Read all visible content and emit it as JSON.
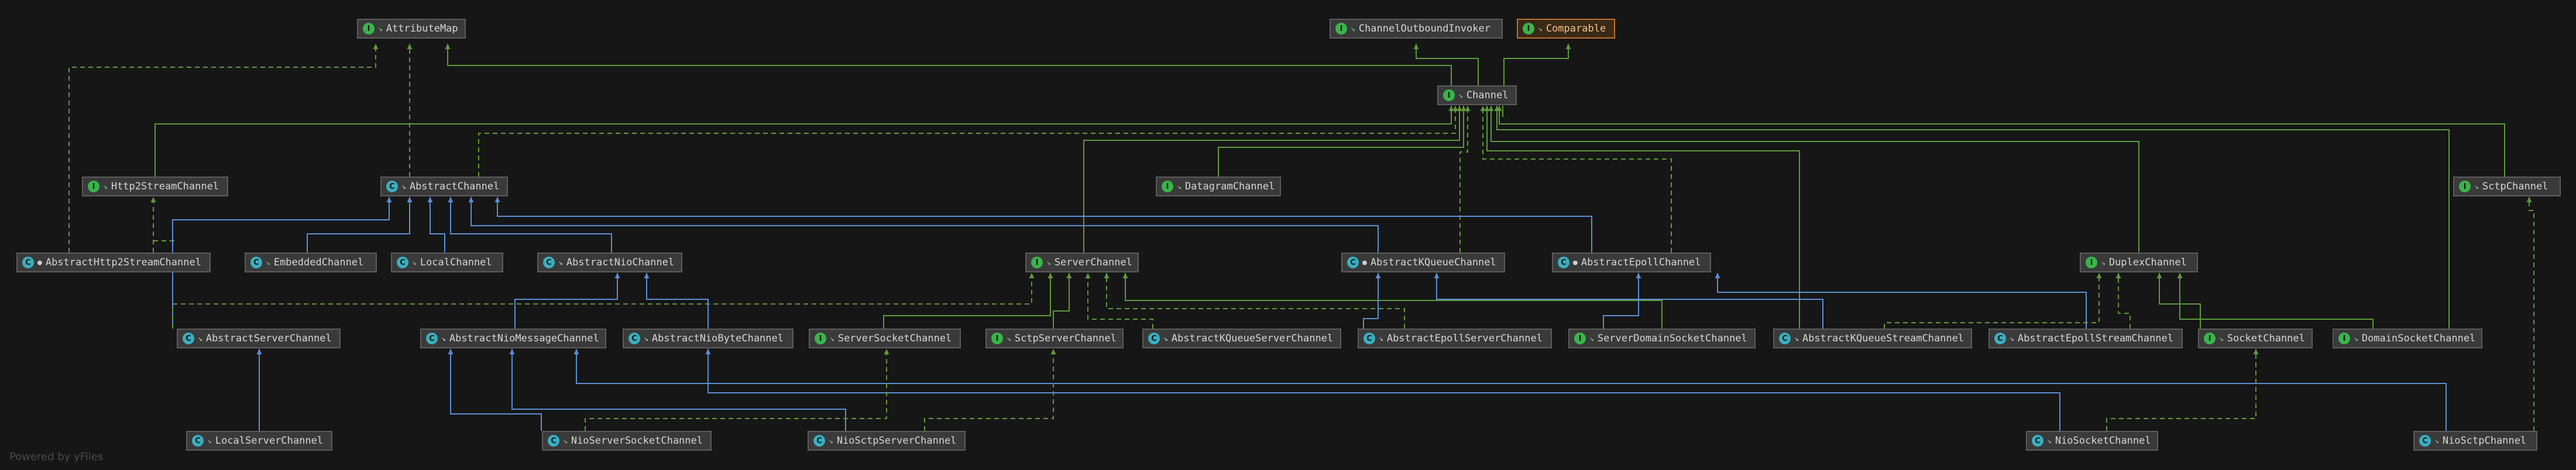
{
  "colors": {
    "background": "#161616",
    "extends_edge": "#5e9a3c",
    "implements_edge": "#5e9a3c",
    "class_edge": "#5b8fd6",
    "node_fill": "#3a3a3a",
    "node_border": "#5c5c5c"
  },
  "nodes": {
    "AttributeMap": {
      "label": "AttributeMap",
      "kind": "I"
    },
    "ChannelOutboundInvoker": {
      "label": "ChannelOutboundInvoker",
      "kind": "I"
    },
    "Comparable": {
      "label": "Comparable",
      "kind": "I"
    },
    "Channel": {
      "label": "Channel",
      "kind": "I"
    },
    "Http2StreamChannel": {
      "label": "Http2StreamChannel",
      "kind": "I"
    },
    "AbstractChannel": {
      "label": "AbstractChannel",
      "kind": "C"
    },
    "DatagramChannel": {
      "label": "DatagramChannel",
      "kind": "I"
    },
    "SctpChannel": {
      "label": "SctpChannel",
      "kind": "I"
    },
    "AbstractHttp2StreamChannel": {
      "label": "AbstractHttp2StreamChannel",
      "kind": "C"
    },
    "EmbeddedChannel": {
      "label": "EmbeddedChannel",
      "kind": "C"
    },
    "LocalChannel": {
      "label": "LocalChannel",
      "kind": "C"
    },
    "AbstractNioChannel": {
      "label": "AbstractNioChannel",
      "kind": "C"
    },
    "ServerChannel": {
      "label": "ServerChannel",
      "kind": "I"
    },
    "AbstractKQueueChannel": {
      "label": "AbstractKQueueChannel",
      "kind": "C"
    },
    "AbstractEpollChannel": {
      "label": "AbstractEpollChannel",
      "kind": "C"
    },
    "DuplexChannel": {
      "label": "DuplexChannel",
      "kind": "I"
    },
    "AbstractServerChannel": {
      "label": "AbstractServerChannel",
      "kind": "C"
    },
    "AbstractNioMessageChannel": {
      "label": "AbstractNioMessageChannel",
      "kind": "C"
    },
    "AbstractNioByteChannel": {
      "label": "AbstractNioByteChannel",
      "kind": "C"
    },
    "ServerSocketChannel": {
      "label": "ServerSocketChannel",
      "kind": "I"
    },
    "SctpServerChannel": {
      "label": "SctpServerChannel",
      "kind": "I"
    },
    "AbstractKQueueServerChannel": {
      "label": "AbstractKQueueServerChannel",
      "kind": "C"
    },
    "AbstractEpollServerChannel": {
      "label": "AbstractEpollServerChannel",
      "kind": "C"
    },
    "ServerDomainSocketChannel": {
      "label": "ServerDomainSocketChannel",
      "kind": "I"
    },
    "AbstractKQueueStreamChannel": {
      "label": "AbstractKQueueStreamChannel",
      "kind": "C"
    },
    "AbstractEpollStreamChannel": {
      "label": "AbstractEpollStreamChannel",
      "kind": "C"
    },
    "SocketChannel": {
      "label": "SocketChannel",
      "kind": "I"
    },
    "DomainSocketChannel": {
      "label": "DomainSocketChannel",
      "kind": "I"
    },
    "LocalServerChannel": {
      "label": "LocalServerChannel",
      "kind": "C"
    },
    "NioServerSocketChannel": {
      "label": "NioServerSocketChannel",
      "kind": "C"
    },
    "NioSctpServerChannel": {
      "label": "NioSctpServerChannel",
      "kind": "C"
    },
    "NioSocketChannel": {
      "label": "NioSocketChannel",
      "kind": "C"
    },
    "NioSctpChannel": {
      "label": "NioSctpChannel",
      "kind": "C"
    }
  },
  "footer": "Powered by yFiles"
}
